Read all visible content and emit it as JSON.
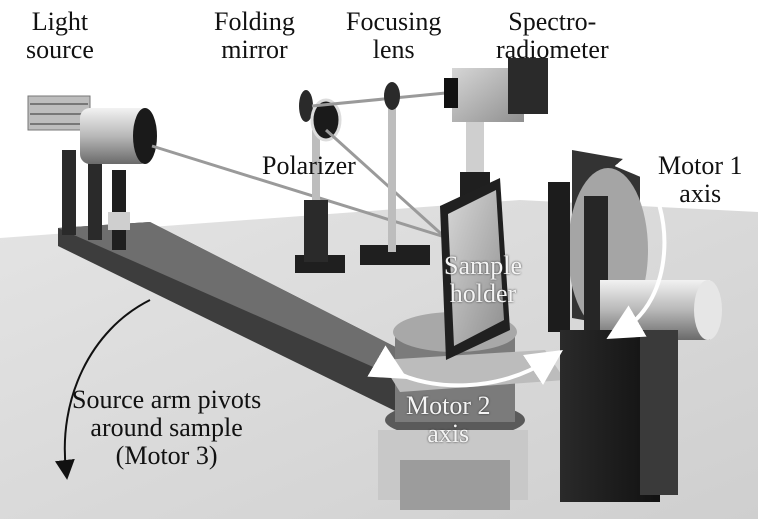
{
  "labels": {
    "light_source": [
      "Light",
      "source"
    ],
    "folding_mirror": [
      "Folding",
      "mirror"
    ],
    "focusing_lens": [
      "Focusing",
      "lens"
    ],
    "spectroradiometer": [
      "Spectro-",
      "radiometer"
    ],
    "polarizer": "Polarizer",
    "motor1_axis": [
      "Motor 1",
      "axis"
    ],
    "sample_holder": [
      "Sample",
      "holder"
    ],
    "motor2_axis": [
      "Motor 2",
      "axis"
    ],
    "source_arm": [
      "Source arm pivots",
      "around sample",
      "(Motor 3)"
    ]
  },
  "colors": {
    "floor": "#d9d9d9",
    "arm": "#3d3d3d",
    "dark_metal": "#1e1e1e",
    "mid_gray": "#8a8a8a",
    "light_gray": "#c9c9c9",
    "beam": "#9a9a9a"
  }
}
